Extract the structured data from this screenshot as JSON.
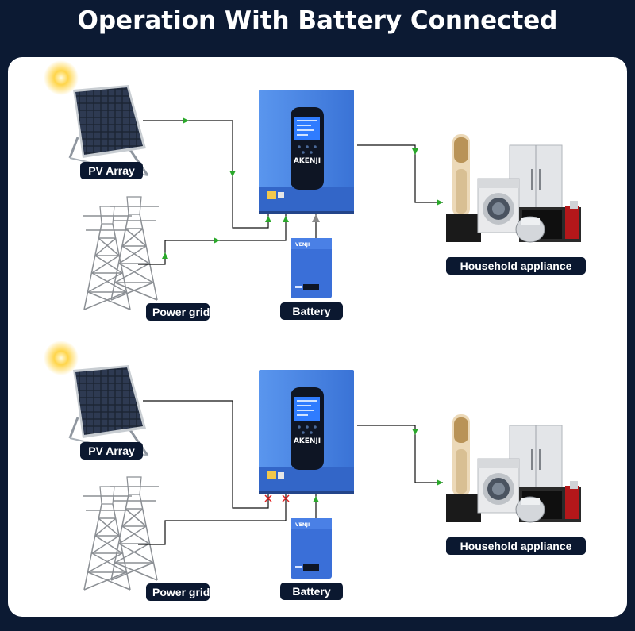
{
  "title": "Operation With Battery Connected",
  "brand": "AKENJI",
  "battery_brand": "VENJI",
  "colors": {
    "background": "#0c1a33",
    "panel": "#ffffff",
    "label_bg": "#0b1830",
    "inverter_blue": "#3f7fe0",
    "flow_arrow": "#2aa82a",
    "blocked": "#e02020",
    "battery_arrow": "#888888"
  },
  "diagrams": [
    {
      "pv_label": "PV Array",
      "grid_label": "Power grid",
      "battery_label": "Battery",
      "load_label": "Household appliance"
    },
    {
      "pv_label": "PV Array",
      "grid_label": "Power grid",
      "battery_label": "Battery",
      "load_label": "Household appliance"
    }
  ]
}
